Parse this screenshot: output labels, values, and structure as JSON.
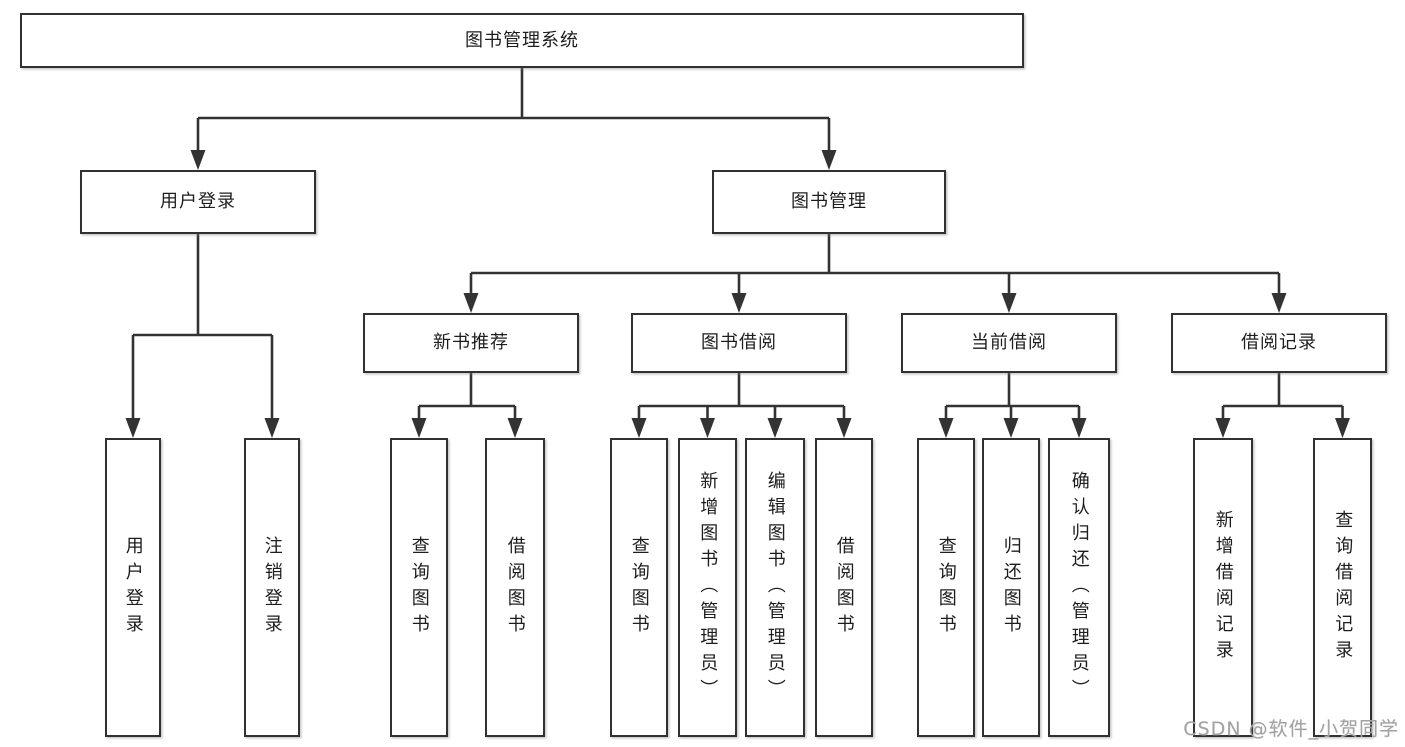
{
  "diagram": {
    "type": "hierarchy-tree",
    "watermark": "CSDN @软件_小贺同学",
    "colors": {
      "background": "#ffffff",
      "line": "#333333",
      "box_border": "#313131",
      "text": "#1d1d1d",
      "watermark": "#a2a2a2"
    },
    "nodes": [
      {
        "id": "root",
        "label": "图书管理系统",
        "parent": null,
        "orientation": "horizontal"
      },
      {
        "id": "user-login",
        "label": "用户登录",
        "parent": "root",
        "orientation": "horizontal"
      },
      {
        "id": "book-mgmt",
        "label": "图书管理",
        "parent": "root",
        "orientation": "horizontal"
      },
      {
        "id": "new-book-rec",
        "label": "新书推荐",
        "parent": "book-mgmt",
        "orientation": "horizontal"
      },
      {
        "id": "book-borrow",
        "label": "图书借阅",
        "parent": "book-mgmt",
        "orientation": "horizontal"
      },
      {
        "id": "current-borrow",
        "label": "当前借阅",
        "parent": "book-mgmt",
        "orientation": "horizontal"
      },
      {
        "id": "borrow-records",
        "label": "借阅记录",
        "parent": "book-mgmt",
        "orientation": "horizontal"
      },
      {
        "id": "leaf-user-login",
        "label": "用户登录",
        "parent": "user-login",
        "orientation": "vertical"
      },
      {
        "id": "leaf-logout",
        "label": "注销登录",
        "parent": "user-login",
        "orientation": "vertical"
      },
      {
        "id": "leaf-rec-query",
        "label": "查询图书",
        "parent": "new-book-rec",
        "orientation": "vertical"
      },
      {
        "id": "leaf-rec-borrow",
        "label": "借阅图书",
        "parent": "new-book-rec",
        "orientation": "vertical"
      },
      {
        "id": "leaf-bb-query",
        "label": "查询图书",
        "parent": "book-borrow",
        "orientation": "vertical"
      },
      {
        "id": "leaf-bb-add",
        "label": "新增图书（管理员）",
        "parent": "book-borrow",
        "orientation": "vertical"
      },
      {
        "id": "leaf-bb-edit",
        "label": "编辑图书（管理员）",
        "parent": "book-borrow",
        "orientation": "vertical"
      },
      {
        "id": "leaf-bb-borrow",
        "label": "借阅图书",
        "parent": "book-borrow",
        "orientation": "vertical"
      },
      {
        "id": "leaf-cb-query",
        "label": "查询图书",
        "parent": "current-borrow",
        "orientation": "vertical"
      },
      {
        "id": "leaf-cb-return",
        "label": "归还图书",
        "parent": "current-borrow",
        "orientation": "vertical"
      },
      {
        "id": "leaf-cb-confirm",
        "label": "确认归还（管理员）",
        "parent": "current-borrow",
        "orientation": "vertical"
      },
      {
        "id": "leaf-br-add",
        "label": "新增借阅记录",
        "parent": "borrow-records",
        "orientation": "vertical"
      },
      {
        "id": "leaf-br-query",
        "label": "查询借阅记录",
        "parent": "borrow-records",
        "orientation": "vertical"
      }
    ]
  }
}
